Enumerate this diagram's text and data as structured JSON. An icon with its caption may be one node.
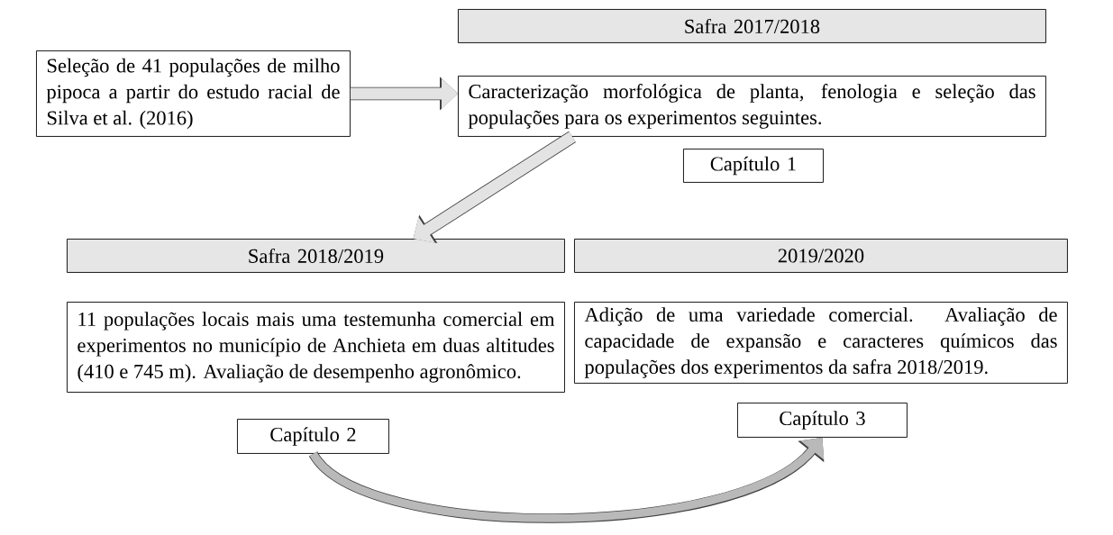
{
  "diagram": {
    "nodes": [
      {
        "text": [
          "Safra 2017/2018"
        ]
      },
      {
        "text": [
          "Seleção de 41 populações de milho pipoca a partir do estudo racial de Silva et al. (2016)"
        ]
      },
      {
        "text": [
          "Caracterização morfológica de planta, fenologia e seleção das populações para os experimentos seguintes."
        ]
      },
      {
        "text": [
          "Capítulo 1"
        ]
      },
      {
        "text": [
          "Safra 2018/2019"
        ]
      },
      {
        "text": [
          "2019/2020"
        ]
      },
      {
        "text": [
          "11 populações locais mais uma testemunha comercial em experimentos no município de Anchieta em duas altitudes (410 e 745 m). Avaliação de desempenho agronômico."
        ]
      },
      {
        "text": [
          "Adição de uma variedade comercial. Avaliação de capacidade de expansão e caracteres químicos das populações dos experimentos da safra 2018/2019."
        ]
      },
      {
        "text": [
          "Capítulo 2"
        ]
      },
      {
        "text": [
          "Capítulo 3"
        ]
      }
    ],
    "edges": [
      {
        "from": 1,
        "to": 2,
        "arrow": "to"
      },
      {
        "from": 2,
        "to": 4,
        "arrow": "to"
      },
      {
        "from": 8,
        "to": 9,
        "arrow": "to"
      }
    ]
  }
}
